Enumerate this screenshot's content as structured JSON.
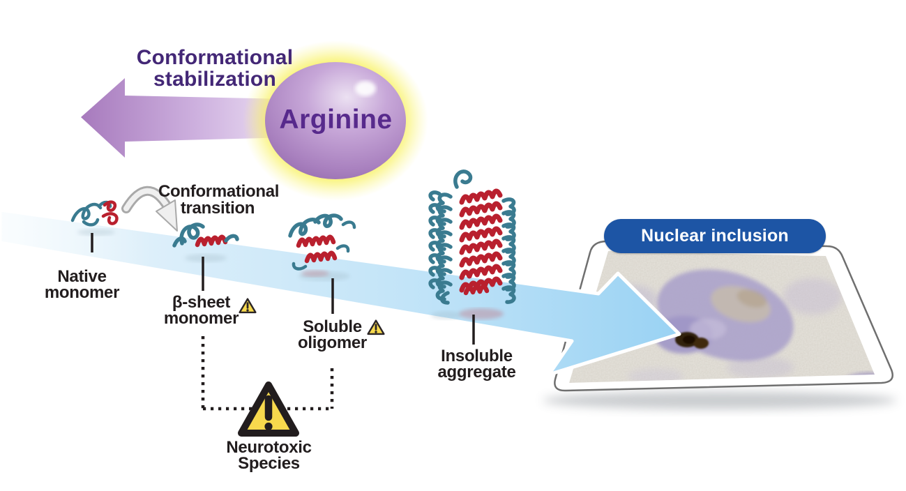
{
  "stabilization": {
    "line1": "Conformational",
    "line2": "stabilization"
  },
  "arginine": {
    "label": "Arginine"
  },
  "transition": {
    "line1": "Conformational",
    "line2": "transition"
  },
  "stages": {
    "native": {
      "line1": "Native",
      "line2": "monomer"
    },
    "beta": {
      "line1": "β-sheet",
      "line2": "monomer",
      "hazard": true
    },
    "soluble": {
      "line1": "Soluble",
      "line2": "oligomer",
      "hazard": true
    },
    "insoluble": {
      "line1": "Insoluble",
      "line2": "aggregate"
    }
  },
  "neurotoxic": {
    "line1": "Neurotoxic",
    "line2": "Species"
  },
  "nuclear_inclusion": {
    "label": "Nuclear inclusion"
  },
  "icons": {
    "hazard_small": "warning-triangle-icon",
    "hazard_large": "neurotoxic-warning-icon",
    "transition_arrow": "curved-arrow-icon",
    "stabilization_arrow": "left-block-arrow",
    "pathway_arrow": "right-block-arrow"
  },
  "colors": {
    "purple_text": "#432776",
    "arginine_text": "#572a8c",
    "sphere_purple": "#a985c4",
    "glow_yellow": "#f6ee4e",
    "pathway_blue": "#a9dcf6",
    "badge_blue": "#1d55a5",
    "warning_yellow": "#f7d94d",
    "helix_teal": "#3a7b90",
    "helix_red": "#b9202e",
    "text_black": "#221d1e"
  }
}
